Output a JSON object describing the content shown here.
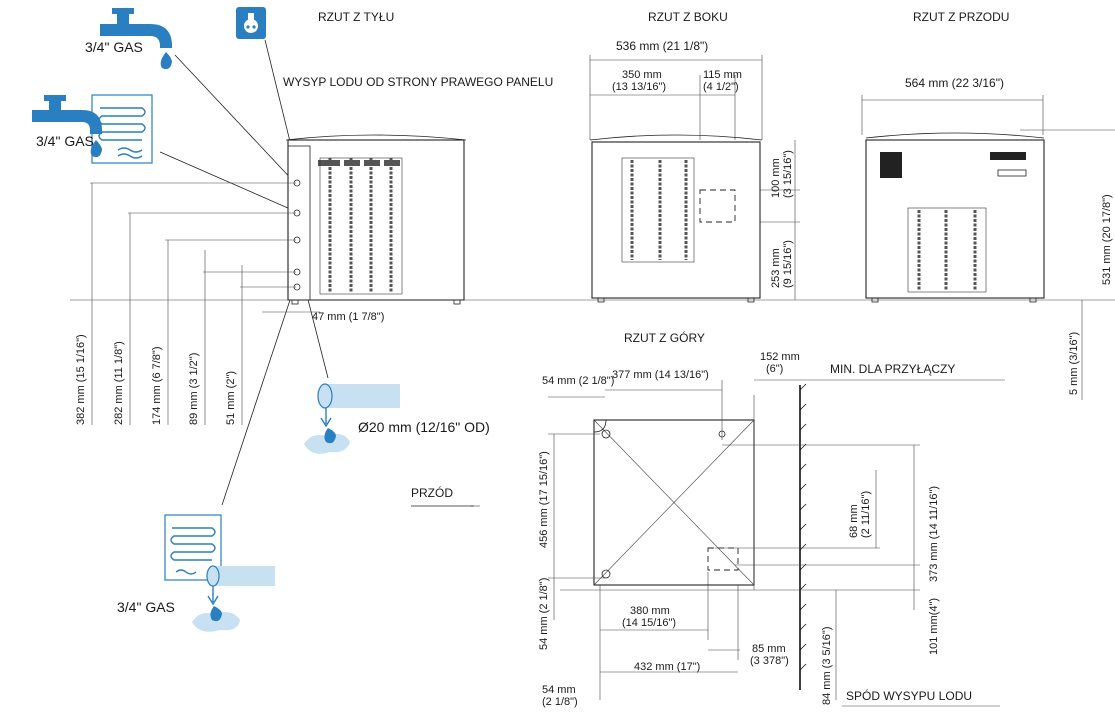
{
  "views": {
    "back": "RZUT Z TYŁU",
    "side": "RZUT Z BOKU",
    "front": "RZUT Z PRZODU",
    "top": "RZUT Z GÓRY"
  },
  "notes": {
    "ice_drop": "WYSYP LODU OD STRONY PRAWEGO PANELU",
    "min_conn": "MIN. DLA PRZYŁĄCZY",
    "ice_bottom": "SPÓD WYSYPU LODU",
    "front_arrow": "PRZÓD"
  },
  "connections": {
    "water_in": "3/4\" GAS",
    "cond_water": "3/4\" GAS",
    "cond_drain": "3/4\" GAS",
    "drain": "Ø20 mm (12/16\" OD)"
  },
  "dims": {
    "back_heights": [
      "382 mm (15 1/16\")",
      "282 mm (11 1/8\")",
      "174 mm (6 7/8\")",
      "89 mm (3 1/2\")",
      "51 mm (2\")"
    ],
    "back_47": "47 mm (1 7/8\")",
    "side_width": "536 mm (21 1/8\")",
    "side_350_a": "350 mm",
    "side_350_b": "(13 13/16\")",
    "side_115_a": "115 mm",
    "side_115_b": "(4 1/2\")",
    "side_100_a": "100 mm",
    "side_100_b": "(3 15/16\")",
    "side_253_a": "253 mm",
    "side_253_b": "(9 15/16\")",
    "front_width": "564 mm (22 3/16\")",
    "front_height": "531 mm (20 17/8\")",
    "front_5": "5 mm (3/16\")",
    "top_152_a": "152 mm",
    "top_152_b": "(6\")",
    "top_54_top": "54 mm  (2 1/8\")",
    "top_377": "377 mm  (14 13/16\")",
    "top_456": "456 mm (17 15/16\")",
    "top_54_left": "54 mm (2 1/8\")",
    "top_68_a": "68 mm",
    "top_68_b": "(2 11/16\")",
    "top_373": "373 mm (14 11/16\")",
    "top_101": "101 mm(4\")",
    "top_380_a": "380 mm",
    "top_380_b": "(14 15/16\")",
    "top_85_a": "85 mm",
    "top_85_b": "(3 378\")",
    "top_84": "84 mm  (3 5/16\")",
    "top_432": "432 mm  (17\")",
    "top_54_bot_a": "54 mm",
    "top_54_bot_b": "(2 1/8\")"
  },
  "colors": {
    "icon_blue": "#2a7fc0",
    "light_blue": "#c7e0f2"
  }
}
